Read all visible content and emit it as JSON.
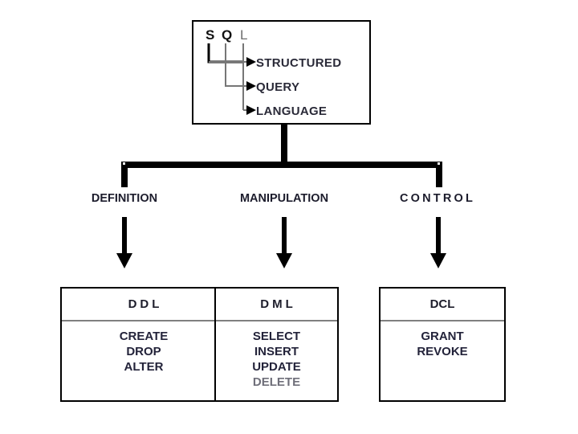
{
  "diagram": {
    "root": {
      "acronym_letters": [
        "S",
        "Q",
        "L"
      ],
      "expansions": [
        {
          "letter": "S",
          "word": "STRUCTURED"
        },
        {
          "letter": "Q",
          "word": "QUERY"
        },
        {
          "letter": "L",
          "word": "LANGUAGE"
        }
      ]
    },
    "branches": [
      {
        "label": "DEFINITION",
        "box_title": "DDL",
        "items": [
          "CREATE",
          "DROP",
          "ALTER"
        ]
      },
      {
        "label": "MANIPULATION",
        "box_title": "DML",
        "items": [
          "SELECT",
          "INSERT",
          "UPDATE",
          "DELETE"
        ]
      },
      {
        "label": "CONTROL",
        "box_title": "DCL",
        "items": [
          "GRANT",
          "REVOKE"
        ]
      }
    ],
    "colors": {
      "line": "#000000",
      "divider": "#808080",
      "text": "#1d1d2b",
      "background": "#ffffff"
    }
  }
}
